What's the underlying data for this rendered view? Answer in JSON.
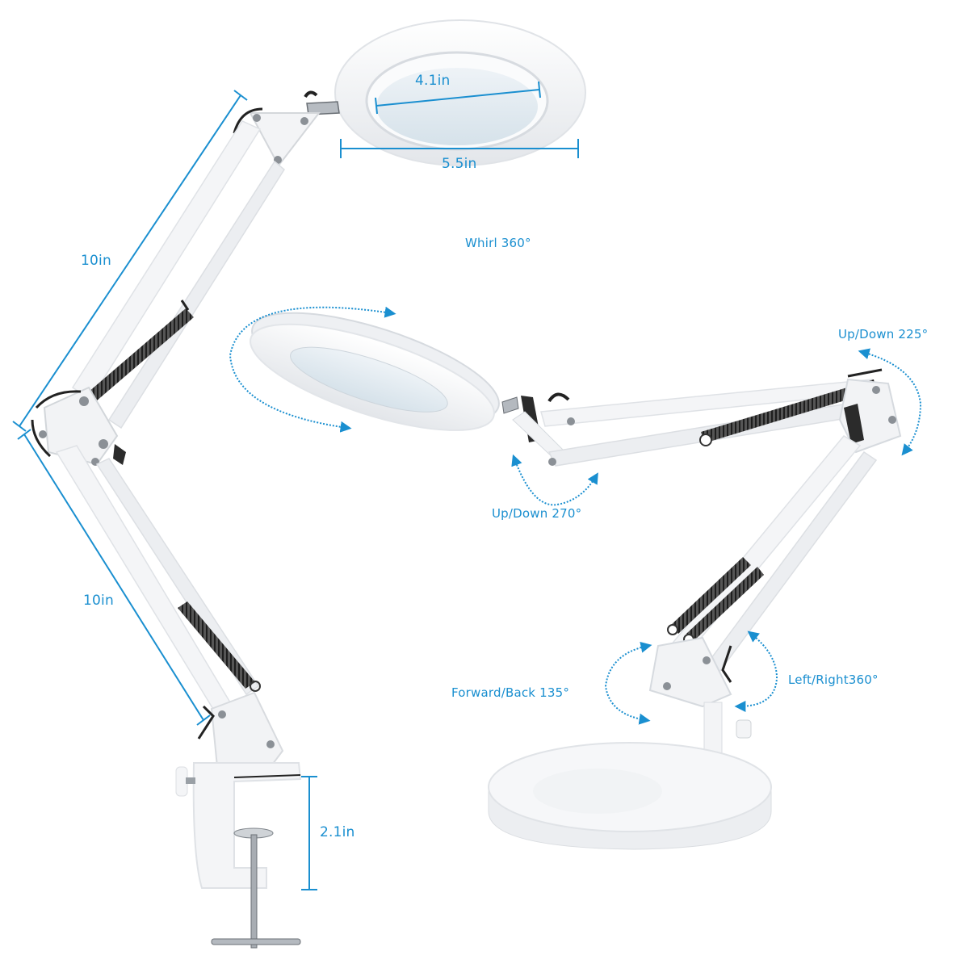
{
  "colors": {
    "accent": "#1a8fd0",
    "background": "#ffffff",
    "lamp_body": "#f2f3f5",
    "lamp_shadow": "#d9dde2",
    "spring": "#3a3a3a",
    "knob": "#2b2b2b",
    "metal": "#9aa0a6"
  },
  "dimensions": {
    "lens_diameter": "4.1in",
    "head_diameter": "5.5in",
    "upper_arm": "10in",
    "lower_arm": "10in",
    "clamp_opening": "2.1in"
  },
  "rotations": {
    "head_whirl": "Whirl 360°",
    "head_tilt": "Up/Down 270°",
    "elbow": "Up/Down 225°",
    "base_tilt": "Forward/Back 135°",
    "base_swivel": "Left/Right360°"
  }
}
